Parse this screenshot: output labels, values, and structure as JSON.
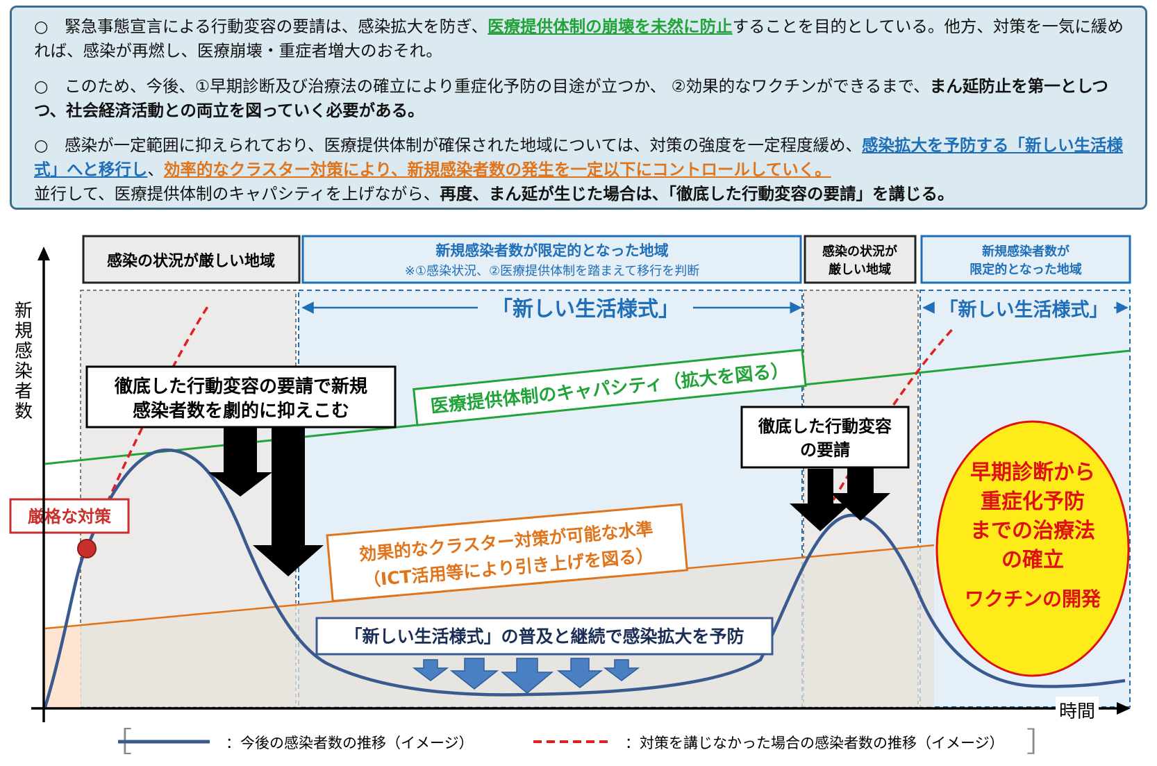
{
  "info": {
    "bullet": "○",
    "p1": {
      "a": "緊急事態宣言による行動変容の要請は、感染拡大を防ぎ、",
      "b": "医療提供体制の崩壊を未然に防止",
      "c": "することを目的としている。他方、対策を一気に緩めれば、感染が再燃し、医療崩壊・重症者増大のおそれ。"
    },
    "p2": {
      "a": "このため、今後、①早期診断及び治療法の確立により重症化予防の目途が立つか、 ②効果的なワクチンができるまで、",
      "b": "まん延防止を第一としつつ、社会経済活動との両立を図っていく必要がある。"
    },
    "p3": {
      "a": "感染が一定範囲に抑えられており、医療提供体制が確保された地域については、対策の強度を一定程度緩め、",
      "b": "感染拡大を予防する「新しい生活様式」へと移行し",
      "c": "、",
      "d": "効率的なクラスター対策により、新規感染者数の発生を一定以下にコントロールしていく。",
      "e": "並行して、医療提供体制のキャパシティを上げながら、",
      "f": "再度、まん延が生じた場合は、「徹底した行動変容の要請」を講じる。"
    }
  },
  "diagram": {
    "y_axis_label": "新規感染者数",
    "x_axis_label": "時間",
    "zones": {
      "severe1": "感染の状況が厳しい地域",
      "limited1_title": "新規感染者数が限定的となった地域",
      "limited1_note": "※①感染状況、②医療提供体制を踏まえて移行を判断",
      "severe2_l1": "感染の状況が",
      "severe2_l2": "厳しい地域",
      "limited2_l1": "新規感染者数が",
      "limited2_l2": "限定的となった地域"
    },
    "new_lifestyle": "「新しい生活様式」",
    "capacity_label": "医療提供体制のキャパシティ（拡大を図る）",
    "cluster_label_l1": "効果的なクラスター対策が可能な水準",
    "cluster_label_l2": "（ICT活用等により引き上げを図る）",
    "strict_measures": "厳格な対策",
    "thorough_request_l1": "徹底した行動変容の要請で新規",
    "thorough_request_l2": "感染者数を劇的に抑えこむ",
    "thorough_request2_l1": "徹底した行動変容",
    "thorough_request2_l2": "の要請",
    "spread_prevent": "「新しい生活様式」の普及と継続で感染拡大を予防",
    "oval": {
      "l1": "早期診断から",
      "l2": "重症化予防",
      "l3": "までの治療法",
      "l4": "の確立",
      "l5": "ワクチンの開発"
    },
    "legend": {
      "open": "［",
      "close": "］",
      "solid": "：今後の感染者数の推移（イメージ）",
      "dashed": "：対策を講じなかった場合の感染者数の推移（イメージ）"
    }
  },
  "colors": {
    "infobox_bg": "#dbeaf1",
    "infobox_border": "#3d6f8c",
    "curve": "#385a8e",
    "dashed": "#e02020",
    "capacity": "#22a33a",
    "cluster": "#e0741b",
    "zone_blue": "#1f6fb8",
    "oval_fill": "#ffeb1a",
    "oval_text": "#e01010"
  }
}
